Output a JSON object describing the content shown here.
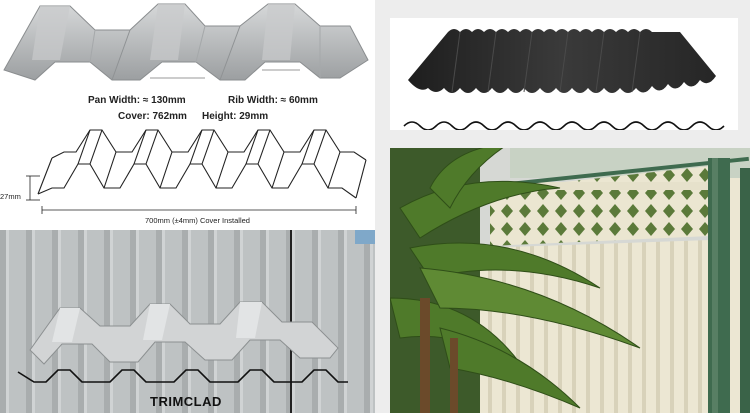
{
  "dimensions": {
    "pan_width": "Pan Width: ≈ 130mm",
    "rib_width": "Rib Width: ≈ 60mm",
    "cover": "Cover: 762mm",
    "height": "Height: 29mm"
  },
  "line_drawing": {
    "height_label": "27mm",
    "cover_label": "700mm (±4mm) Cover Installed"
  },
  "wall_photo": {
    "product_label": "TRIMCLAD"
  },
  "colors": {
    "sheet_grey": "#b7b9bb",
    "sheet_black": "#2e2e2e",
    "fence_cream": "#e8e3cf",
    "post_green": "#3f6b4f",
    "foliage_green": "#4f7a2a"
  }
}
